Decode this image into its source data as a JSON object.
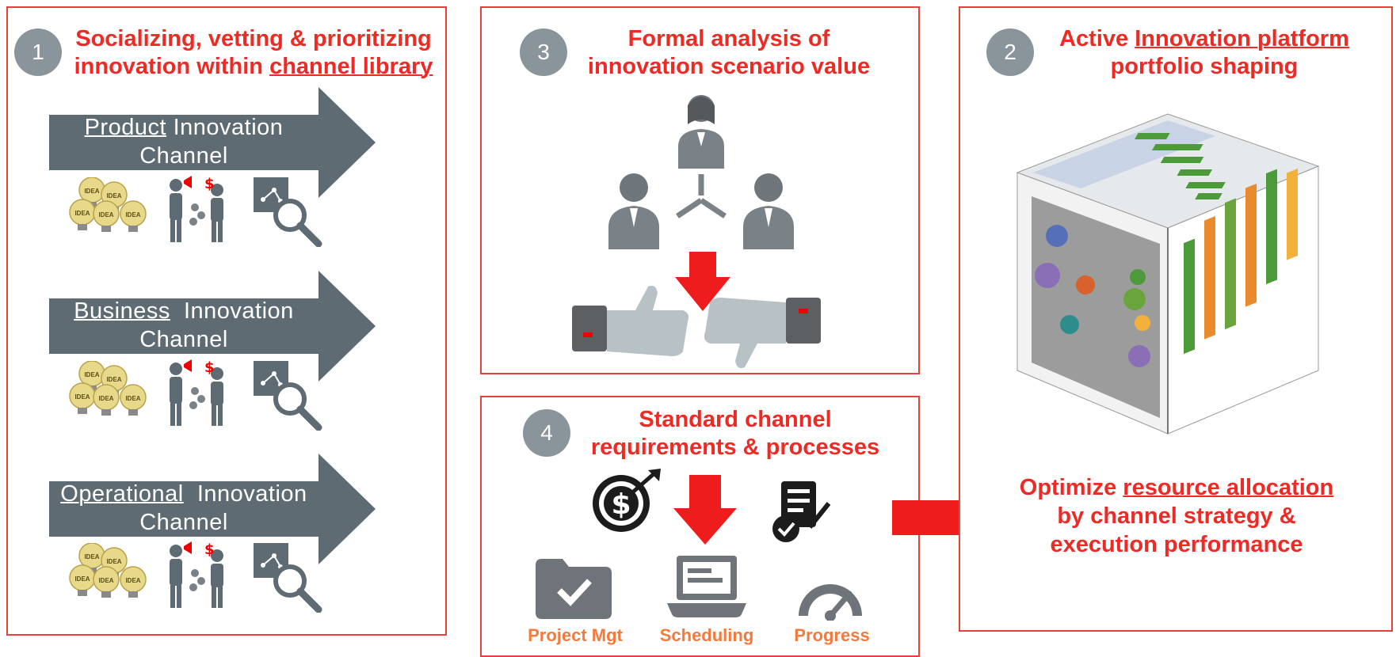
{
  "panel1": {
    "number": "1",
    "title_line1": "Socializing, vetting & prioritizing",
    "title_line2_pre": "innovation within ",
    "title_line2_link": "channel library",
    "channels": [
      {
        "keyword": "Product",
        "rest": " Innovation",
        "line2": "Channel"
      },
      {
        "keyword": "Business",
        "rest": "  Innovation",
        "line2": "Channel"
      },
      {
        "keyword": "Operational",
        "rest": "  Innovation",
        "line2": "Channel"
      }
    ],
    "idea_label": "IDEA"
  },
  "panel3": {
    "number": "3",
    "title_line1": "Formal analysis of",
    "title_line2": "innovation scenario value"
  },
  "panel4": {
    "number": "4",
    "title_line1": "Standard channel",
    "title_line2": "requirements & processes",
    "labels": [
      "Project Mgt",
      "Scheduling",
      "Progress"
    ]
  },
  "panel2": {
    "number": "2",
    "title_line1_pre": "Active ",
    "title_line1_link": "Innovation platform",
    "title_line2": "portfolio shaping",
    "optimize_pre": "Optimize ",
    "optimize_link": "resource allocation",
    "optimize_line2": "by channel strategy &",
    "optimize_line3": "execution performance"
  },
  "colors": {
    "accent_red": "#ee2a24",
    "border_red": "#e8403c",
    "arrow_gray": "#5e6b72",
    "badge_gray": "#8a949b",
    "label_orange": "#f37a3c"
  }
}
